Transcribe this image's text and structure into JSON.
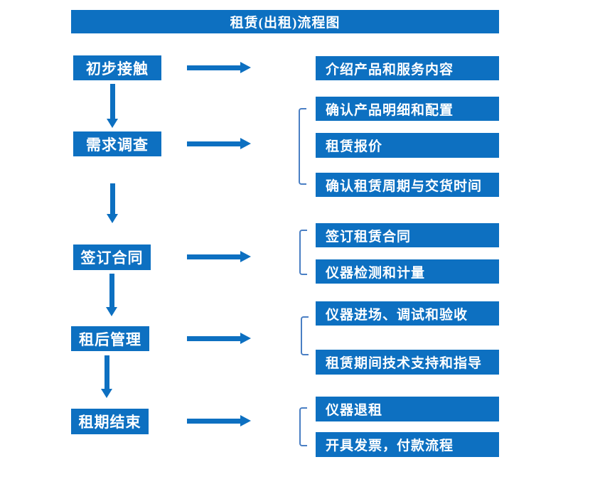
{
  "title": "租赁(出租)流程图",
  "colors": {
    "accent": "#0d70c1",
    "bracket": "#4a7fc4",
    "box_text": "#ffffff",
    "background": "#ffffff"
  },
  "steps": [
    {
      "label": "初步接触",
      "outputs": [
        "介绍产品和服务内容"
      ]
    },
    {
      "label": "需求调查",
      "outputs": [
        "确认产品明细和配置",
        "租赁报价",
        "确认租赁周期与交货时间"
      ]
    },
    {
      "label": "签订合同",
      "outputs": [
        "签订租赁合同",
        "仪器检测和计量"
      ]
    },
    {
      "label": "租后管理",
      "outputs": [
        "仪器进场、调试和验收",
        "租赁期间技术支持和指导"
      ]
    },
    {
      "label": "租期结束",
      "outputs": [
        "仪器退租",
        "开具发票，付款流程"
      ]
    }
  ]
}
